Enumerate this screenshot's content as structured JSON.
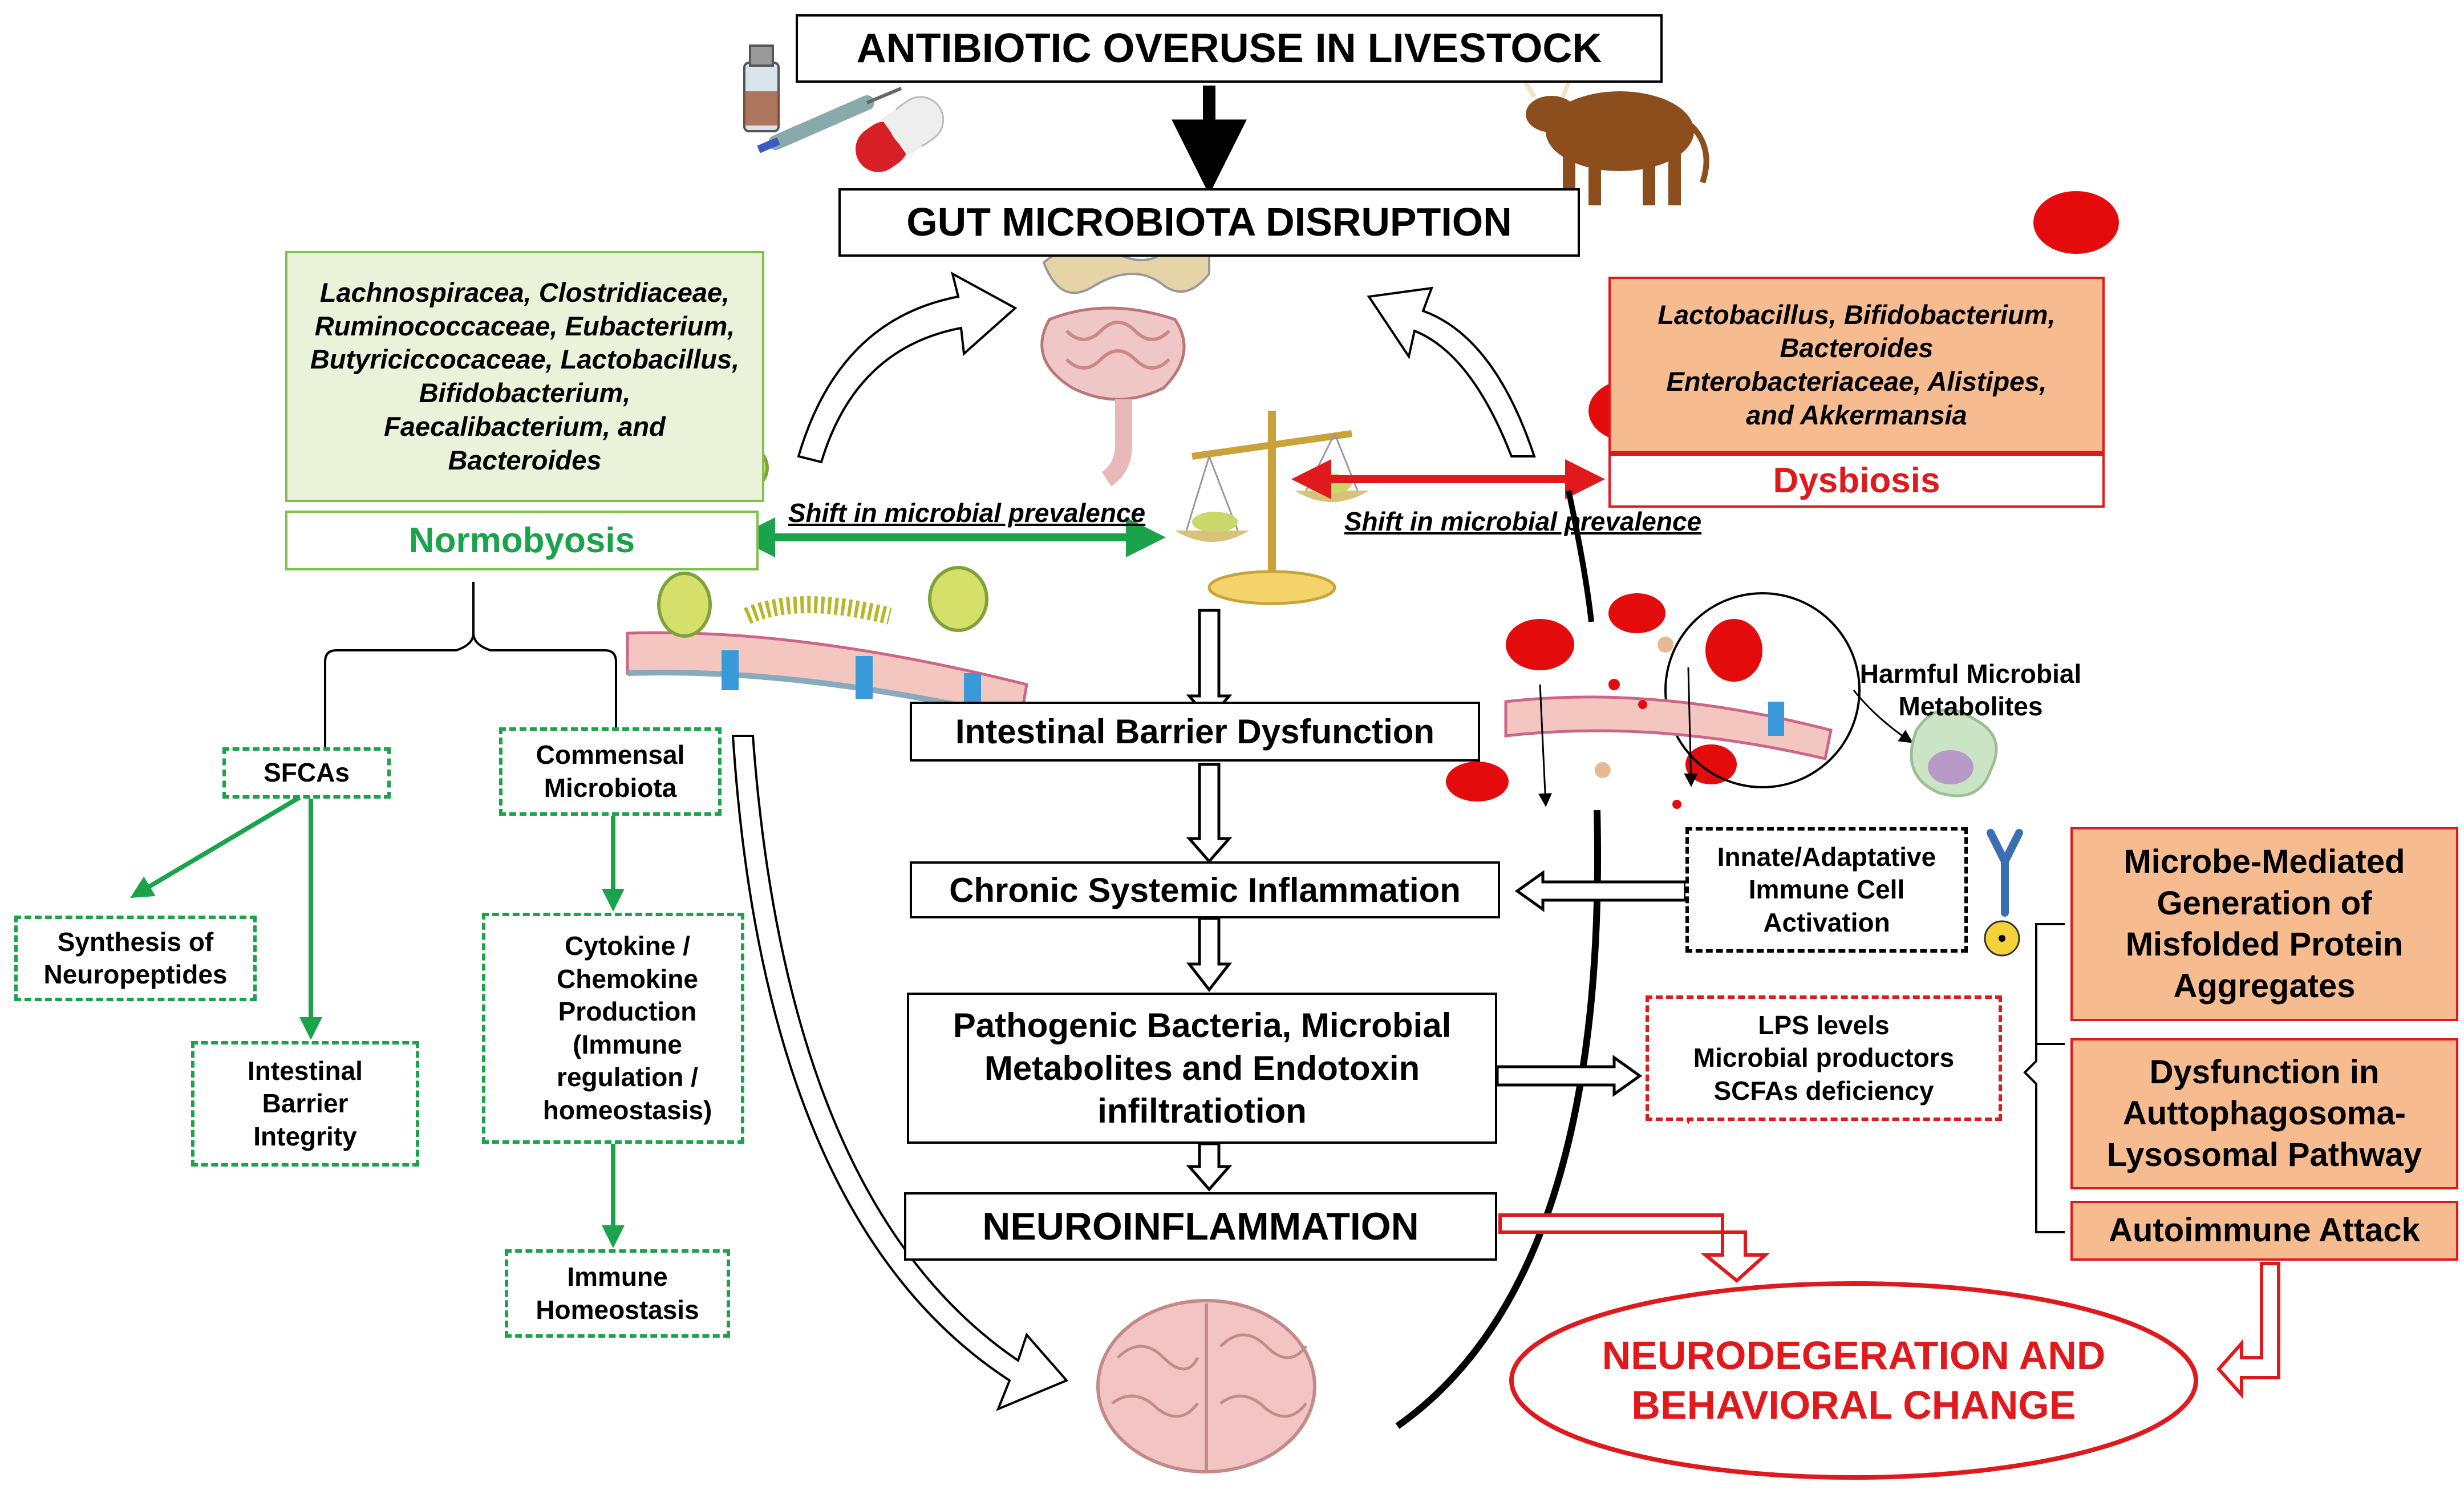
{
  "title": "ANTIBIOTIC OVERUSE IN LIVESTOCK",
  "gut_disruption": "GUT MICROBIOTA DISRUPTION",
  "normobiosis": {
    "taxa": [
      "Lachnospiracea, Clostridiaceae,",
      "Ruminococcaceae, Eubacterium,",
      "Butyriciccocaceae, Lactobacillus,",
      "Bifidobacterium,",
      "Faecalibacterium, and",
      "Bacteroides"
    ],
    "label": "Normobyosis"
  },
  "dysbiosis": {
    "taxa": [
      "Lactobacillus, Bifidobacterium,",
      "Bacteroides",
      "Enterobacteriaceae, Alistipes,",
      "and Akkermansia"
    ],
    "label": "Dysbiosis"
  },
  "shift_label": "Shift in microbial prevalence",
  "left_branch": {
    "sfcas": "SFCAs",
    "neuropeptides": [
      "Synthesis of",
      "Neuropeptides"
    ],
    "barrier_integrity": [
      "Intestinal",
      "Barrier",
      "Integrity"
    ],
    "commensal": [
      "Commensal",
      "Microbiota"
    ],
    "cytokine": [
      "Cytokine /",
      "Chemokine",
      "Production",
      "(Immune",
      "regulation /",
      "homeostasis)"
    ],
    "immune_homeostasis": [
      "Immune",
      "Homeostasis"
    ]
  },
  "center_flow": {
    "barrier_dysfunction": "Intestinal Barrier Dysfunction",
    "inflammation": "Chronic Systemic Inflammation",
    "pathogenic": [
      "Pathogenic Bacteria, Microbial",
      "Metabolites and Endotoxin",
      "infiltratiotion"
    ],
    "neuroinflammation": "NEUROINFLAMMATION"
  },
  "right_branch": {
    "harmful_metabolites": [
      "Harmful Microbial",
      "Metabolites"
    ],
    "immune_activation": [
      "Innate/Adaptative",
      "Immune Cell",
      "Activation"
    ],
    "lps": "LPS levels",
    "productors": "Microbial productors",
    "scfa_deficiency": "SCFAs deficiency",
    "misfolded": [
      "Microbe-Mediated",
      "Generation of",
      "Misfolded Protein",
      "Aggregates"
    ],
    "autophagy": [
      "Dysfunction in",
      "Auttophagosoma-",
      "Lysosomal Pathway"
    ],
    "autoimmune": "Autoimmune Attack"
  },
  "outcome": [
    "NEURODEGERATION AND",
    "BEHAVIORAL CHANGE"
  ],
  "colors": {
    "green": "#1aa34a",
    "red": "#e0191c",
    "orange_fill": "#f7bb90",
    "light_green_fill": "#eaf3da",
    "bacteria_green": "#d4e06a",
    "bacteria_red": "#e30b0b",
    "brain_pink": "#f2c4c4",
    "cow_brown": "#8b4e1c"
  },
  "icons": [
    "vial-icon",
    "syringe-icon",
    "capsule-icon",
    "cow-icon",
    "intestine-icon",
    "balance-scale-icon",
    "brain-icon",
    "gut-epithelium-icon",
    "macrophage-icon",
    "antibody-icon",
    "radiation-icon",
    "bacterium-icon"
  ]
}
